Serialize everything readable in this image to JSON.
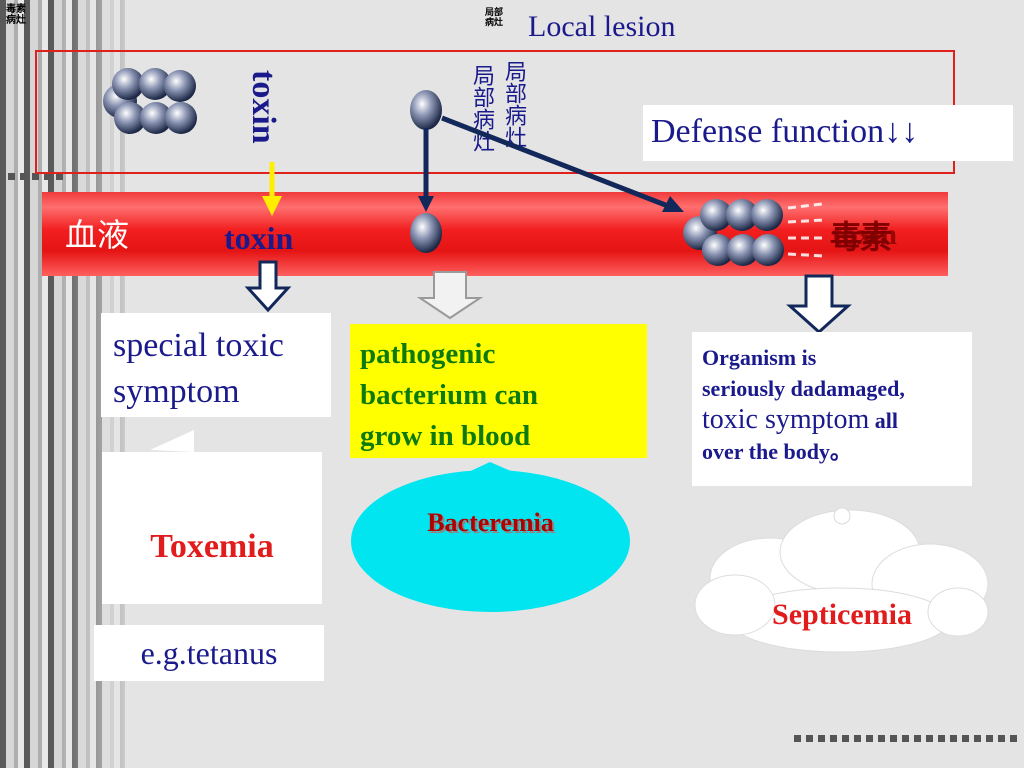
{
  "top_left_label": "毒素病灶",
  "small_local_label": "局部病灶",
  "local_lesion_title": "Local lesion",
  "local_cjk_col1": "局部病灶",
  "local_cjk_col2": "局部病灶",
  "toxin_vertical": "toxin",
  "defense_function": "Defense function↓↓",
  "blood_label": "血液",
  "toxin_blood": "toxin",
  "toxin_right_cjk": "毒素",
  "toxin_right_en": "toxin",
  "special_symptom": [
    "special toxic",
    "symptom"
  ],
  "toxemia": "Toxemia",
  "example": "e.g.tetanus",
  "pathogenic_lines": [
    "pathogenic",
    "bacterium can",
    "grow in blood"
  ],
  "bacteremia": "Bacteremia",
  "organism_line1": "Organism  is",
  "organism_line2": "seriously dadamaged,",
  "organism_line3_big": "toxic symptom",
  "organism_line3_small": " all",
  "organism_line4": "over the body。",
  "septicemia": "Septicemia",
  "colors": {
    "frame_red": "#e0201c",
    "blood_red": "#f21f1f",
    "text_blue": "#1a1a8c",
    "yellow_box": "#ffff00",
    "cyan_oval": "#00e5ef",
    "label_red": "#e01c1c"
  }
}
